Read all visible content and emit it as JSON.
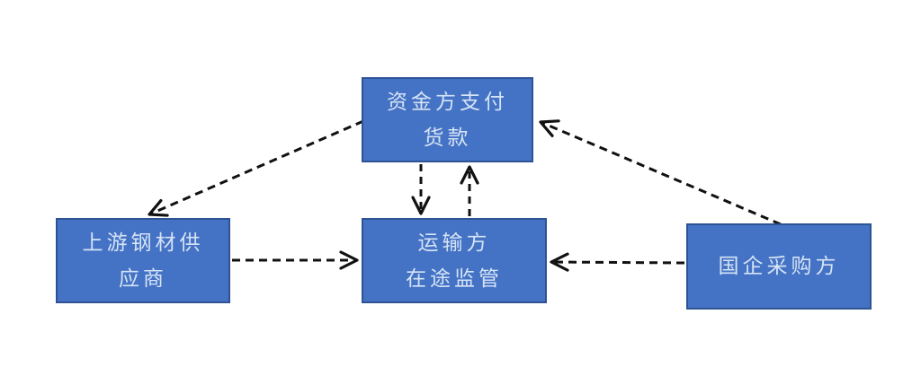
{
  "diagram": {
    "title": "",
    "nodes": {
      "funder": {
        "id": "funder",
        "line1": "资金方支付",
        "line2": "货款"
      },
      "supplier": {
        "id": "supplier",
        "line1": "上游钢材供",
        "line2": "应商"
      },
      "transporter": {
        "id": "transporter",
        "line1": "运输方",
        "line2": "在途监管"
      },
      "purchaser": {
        "id": "purchaser",
        "line1": "国企采购方"
      }
    },
    "edges": [
      {
        "from": "funder",
        "to": "supplier",
        "style": "dashed",
        "description": "资金方支付货款 → 上游钢材供应商"
      },
      {
        "from": "purchaser",
        "to": "funder",
        "style": "dashed",
        "description": "国企采购方 → 资金方支付货款"
      },
      {
        "from": "funder",
        "to": "transporter",
        "style": "dashed",
        "description": "资金方支付货款 → 运输方在途监管"
      },
      {
        "from": "transporter",
        "to": "funder",
        "style": "dashed",
        "description": "运输方在途监管 → 资金方支付货款"
      },
      {
        "from": "supplier",
        "to": "transporter",
        "style": "dashed",
        "description": "上游钢材供应商 → 运输方在途监管"
      },
      {
        "from": "purchaser",
        "to": "transporter",
        "style": "dashed",
        "description": "国企采购方 → 运输方在途监管"
      }
    ],
    "colors": {
      "node_fill": "#4472c4",
      "node_border": "#2e5395",
      "node_text": "#d5e3f6",
      "arrow": "#111111",
      "background": "#ffffff"
    }
  }
}
